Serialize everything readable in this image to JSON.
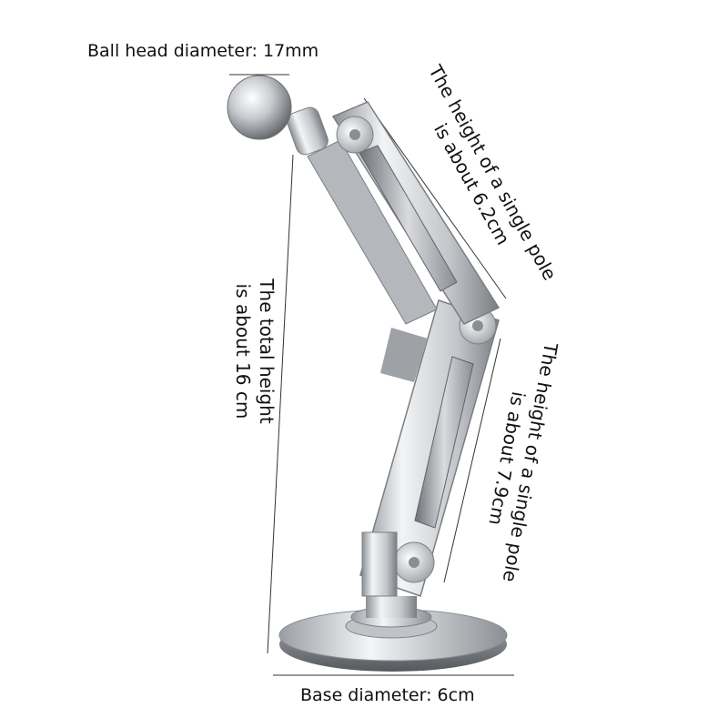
{
  "annotations": {
    "ball_head": "Ball head diameter: 17mm",
    "upper_pole_line1": "The height of a single pole",
    "upper_pole_line2": "is about 6.2cm",
    "lower_pole_line1": "The height of a single pole",
    "lower_pole_line2": "is about 7.9cm",
    "total_height_line1": "The total height",
    "total_height_line2": "is about 16 cm",
    "base": "Base diameter: 6cm"
  },
  "colors": {
    "metal_light": "#eef0f2",
    "metal_mid": "#b9bcc0",
    "metal_dark": "#6f7378",
    "text": "#111111",
    "lines": "#333333"
  }
}
